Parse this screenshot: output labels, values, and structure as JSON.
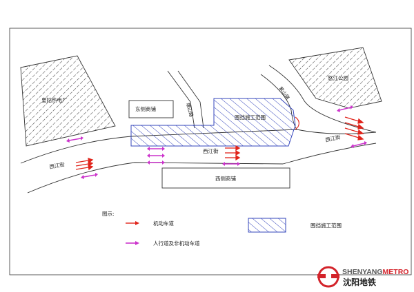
{
  "labels": {
    "power_plant": "皇姑热电厂",
    "nujiang_park": "怒江公园",
    "east_shops": "东侧商铺",
    "west_shops": "西侧商铺",
    "zone_label": "围挡施工范围",
    "tangshan_road": "塘山路",
    "qianshan_road": "紫山路",
    "xijiang_street_west": "西江街",
    "xijiang_street_center": "西江街",
    "xijiang_street_east": "西江街"
  },
  "legend": {
    "title": "图示:",
    "vehicle": "机动车道",
    "pedestrian": "人行道及非机动车道",
    "construction": "围挡施工范围"
  },
  "logo": {
    "text_en_a": "SHENYANG",
    "text_en_b": "METRO",
    "text_cn": "沈阳地铁"
  },
  "colors": {
    "vehicle_arrow": "#e0241b",
    "pedestrian_arrow": "#cc33cc",
    "zone_stroke": "#3344bb",
    "hatch_gray": "#444444",
    "logo_red": "#d3232a"
  }
}
